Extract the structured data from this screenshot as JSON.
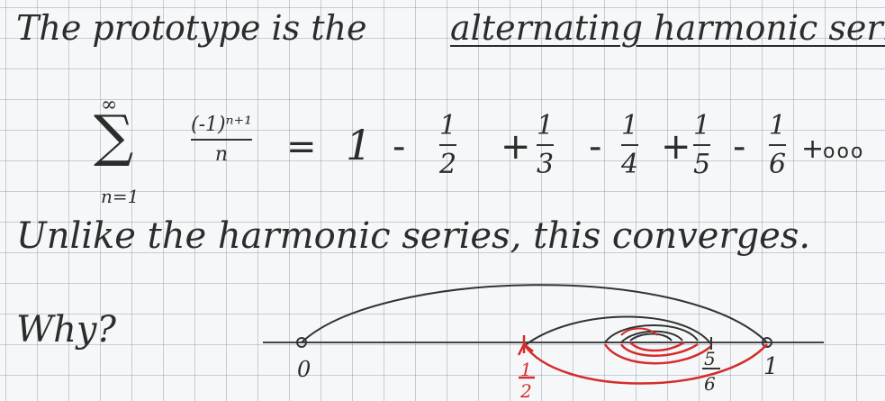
{
  "line1": {
    "intro": "The prototype is the",
    "title": "alternating harmonic series"
  },
  "formula": {
    "sum_symbol": "∑",
    "upper": "∞",
    "lower": "n=1",
    "term_numerator": "(-1)ⁿ⁺¹",
    "term_denominator": "n",
    "equals": "=",
    "first_term": "1",
    "ops": [
      "-",
      "+",
      "-",
      "+",
      "-",
      "+"
    ],
    "fractions": [
      {
        "num": "1",
        "den": "2"
      },
      {
        "num": "1",
        "den": "3"
      },
      {
        "num": "1",
        "den": "4"
      },
      {
        "num": "1",
        "den": "5"
      },
      {
        "num": "1",
        "den": "6"
      }
    ],
    "ellipsis": "ooo"
  },
  "line3": "Unlike the harmonic series, this converges.",
  "question": "Why?",
  "number_line": {
    "zero_label": "0",
    "one_label": "1",
    "half_num": "1",
    "half_den": "2",
    "five_sixths_num": "5",
    "five_sixths_den": "6"
  },
  "colors": {
    "ink": "#2c2c2c",
    "red_ink": "#d42c2c",
    "grid": "#8a9ab5"
  }
}
